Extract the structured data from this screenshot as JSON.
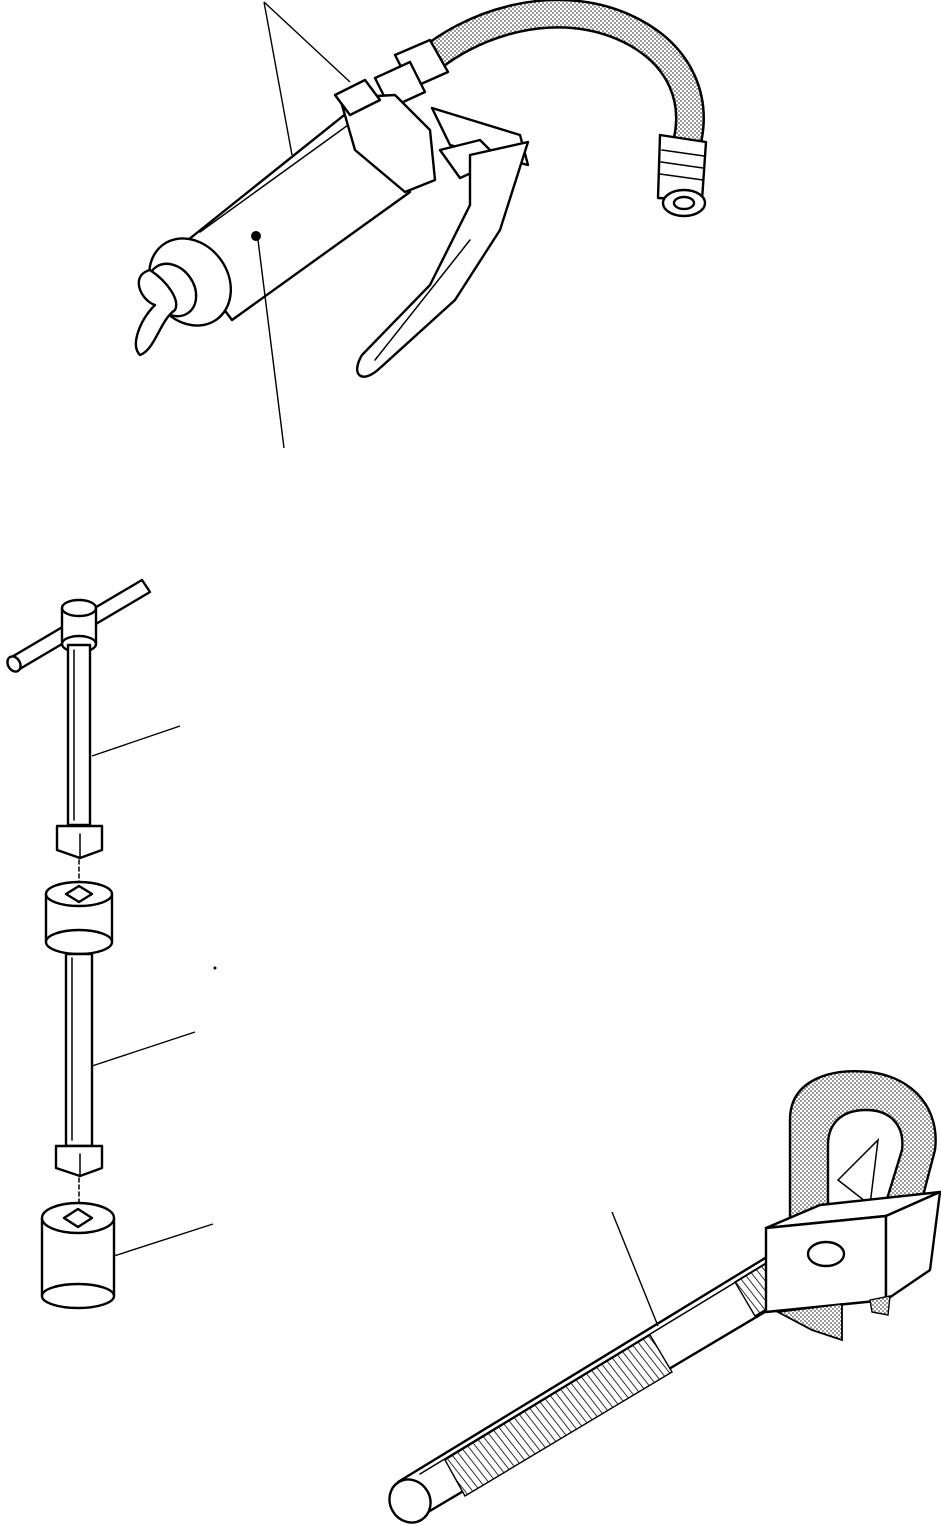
{
  "figure": {
    "background": "#ffffff",
    "ink_color": "#000000",
    "stipple_color": "#8a8a8a"
  },
  "tools": [
    {
      "id": "grease-gun",
      "icon": "grease-gun-icon",
      "leader_count": 3
    },
    {
      "id": "t-handle-bushing-puller",
      "icon": "t-handle-puller-icon",
      "leader_count": 3
    },
    {
      "id": "threaded-bar-with-stirrup",
      "icon": "threaded-bar-stirrup-icon",
      "leader_count": 1
    }
  ]
}
